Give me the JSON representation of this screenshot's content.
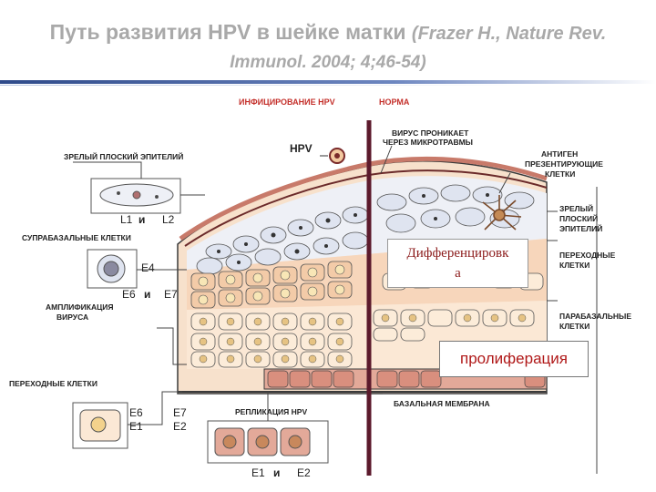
{
  "title": {
    "main": "Путь развития HPV в шейке матки",
    "ref_part1": "(Frazer H., Nature Rev.",
    "ref_part2": "Immunol. 2004; 4;46-54)"
  },
  "header_labels": {
    "left": "ИНФИЦИРОВАНИЕ HPV",
    "right": "НОРМА"
  },
  "left_labels": {
    "mature_epithelium": "ЗРЕЛЫЙ ПЛОСКИЙ ЭПИТЕЛИЙ",
    "suprabasal": "СУПРАБАЗАЛЬНЫЕ КЛЕТКИ",
    "amplification_1": "АМПЛИФИКАЦИЯ",
    "amplification_2": "ВИРУСА",
    "transitional": "ПЕРЕХОДНЫЕ КЛЕТКИ",
    "replication": "РЕПЛИКАЦИЯ HPV"
  },
  "right_labels": {
    "virus_enters_1": "ВИРУС ПРОНИКАЕТ",
    "virus_enters_2": "ЧЕРЕЗ МИКРОТРАВМЫ",
    "antigen_1": "АНТИГЕН",
    "antigen_2": "ПРЕЗЕНТИРУЮЩИЕ",
    "antigen_3": "КЛЕТКИ",
    "mature_1": "ЗРЕЛЫЙ",
    "mature_2": "ПЛОСКИЙ",
    "mature_3": "ЭПИТЕЛИЙ",
    "transit_1": "ПЕРЕХОДНЫЕ",
    "transit_2": "КЛЕТКИ",
    "parabasal_1": "ПАРАБАЗАЛЬНЫЕ",
    "parabasal_2": "КЛЕТКИ",
    "basal_membrane": "БАЗАЛЬНАЯ МЕМБРАНА"
  },
  "virus_label": "HPV",
  "genes": {
    "l1": "L1",
    "and1": "и",
    "l2": "L2",
    "e4": "E4",
    "e6a": "E6",
    "and2": "и",
    "e7a": "E7",
    "e6b": "E6",
    "e1a": "E1",
    "e7b": "E7",
    "e2a": "E2",
    "e1b": "E1",
    "and3": "и",
    "e2b": "E2"
  },
  "overlay": {
    "differentiation_1": "Дифференцировк",
    "differentiation_2": "а",
    "proliferation": "пролиферация"
  },
  "colors": {
    "divider": "#5c1a2c",
    "tissue_outline": "#3a3a3a",
    "cell_top": "#e9ecf2",
    "cell_mid": "#f6dcc4",
    "cell_low": "#fbe7d3",
    "basal": "#d79a88",
    "label_red": "#c4302b",
    "overlay_text": "#8b1a1a",
    "title_text": "#a9a9a9"
  }
}
